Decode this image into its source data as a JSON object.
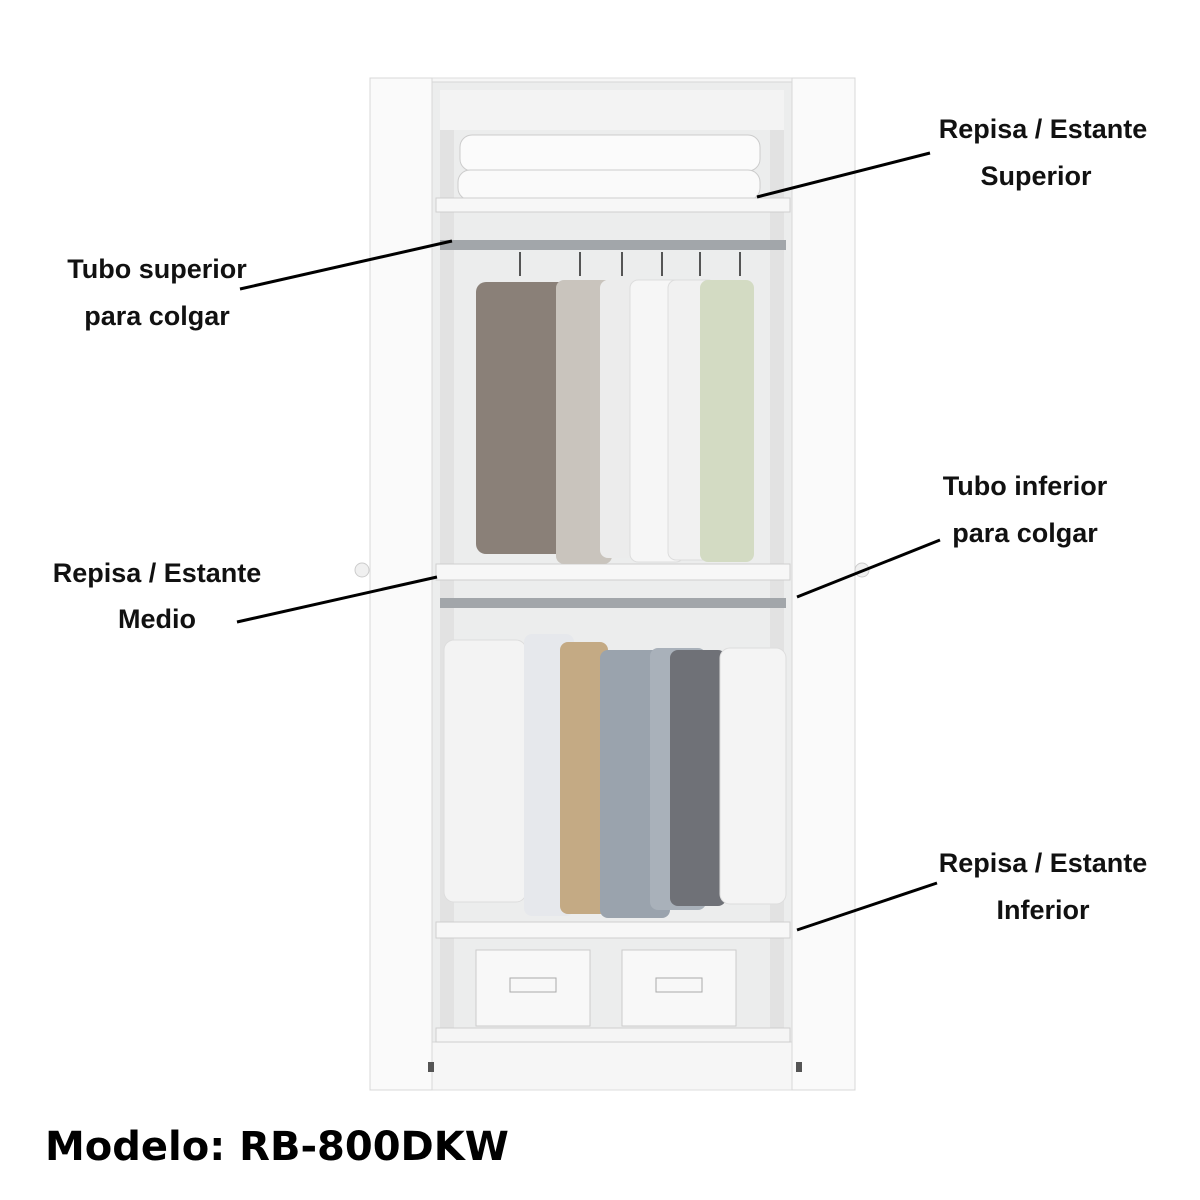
{
  "labels": {
    "top_shelf": {
      "line1": "Repisa / Estante",
      "line2": "Superior"
    },
    "upper_rod": {
      "line1": "Tubo superior",
      "line2": "para colgar"
    },
    "lower_rod": {
      "line1": "Tubo inferior",
      "line2": "para colgar"
    },
    "middle_shelf": {
      "line1": "Repisa / Estante",
      "line2": "Medio"
    },
    "bottom_shelf": {
      "line1": "Repisa / Estante",
      "line2": "Inferior"
    }
  },
  "model": "Modelo: RB-800DKW",
  "colors": {
    "cabinet": "#f4f4f4",
    "interior": "#e9eaea",
    "rod": "#9a9ea2",
    "text": "#111111"
  }
}
